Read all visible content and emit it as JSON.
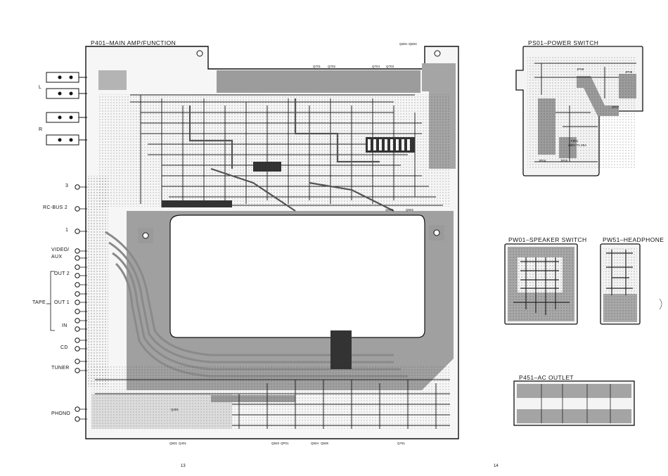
{
  "main_board": {
    "title": "P401–MAIN AMP/FUNCTION",
    "transistor_labels_top": [
      "Q601~Q603",
      "Q701",
      "Q702",
      "Q704",
      "Q703"
    ],
    "transistor_labels_bottom": [
      "Q501",
      "Q401",
      "Q503",
      "QP01",
      "Q504",
      "Q505",
      "Q751"
    ],
    "inner_labels": [
      "Q602",
      "Q603",
      "Q401"
    ]
  },
  "connectors": {
    "left": "L",
    "right": "R",
    "rc_3": "3",
    "rc_bus2": "RC-BUS 2",
    "rc_1": "1",
    "video_aux_1": "VIDEO/",
    "video_aux_2": "AUX",
    "out2": "OUT 2",
    "tape": "TAPE",
    "out1": "OUT 1",
    "in": "IN",
    "cd": "CD",
    "tuner": "TUNER",
    "phono": "PHONO"
  },
  "power_switch": {
    "title": "PS01–POWER SWITCH",
    "labels": [
      "JP04",
      "JP05",
      "JP07",
      "JP08",
      "JP09",
      "F901",
      "250V T1.25A"
    ]
  },
  "speaker_switch": {
    "title": "PW01–SPEAKER SWITCH"
  },
  "headphone": {
    "title": "PW51–HEADPHONE"
  },
  "ac_outlet": {
    "title": "P451–AC OUTLET"
  },
  "page_numbers": {
    "left": "13",
    "right": "14"
  },
  "colors": {
    "copper": "#9a9a9a",
    "board_outline": "#111111",
    "background": "#ffffff"
  }
}
